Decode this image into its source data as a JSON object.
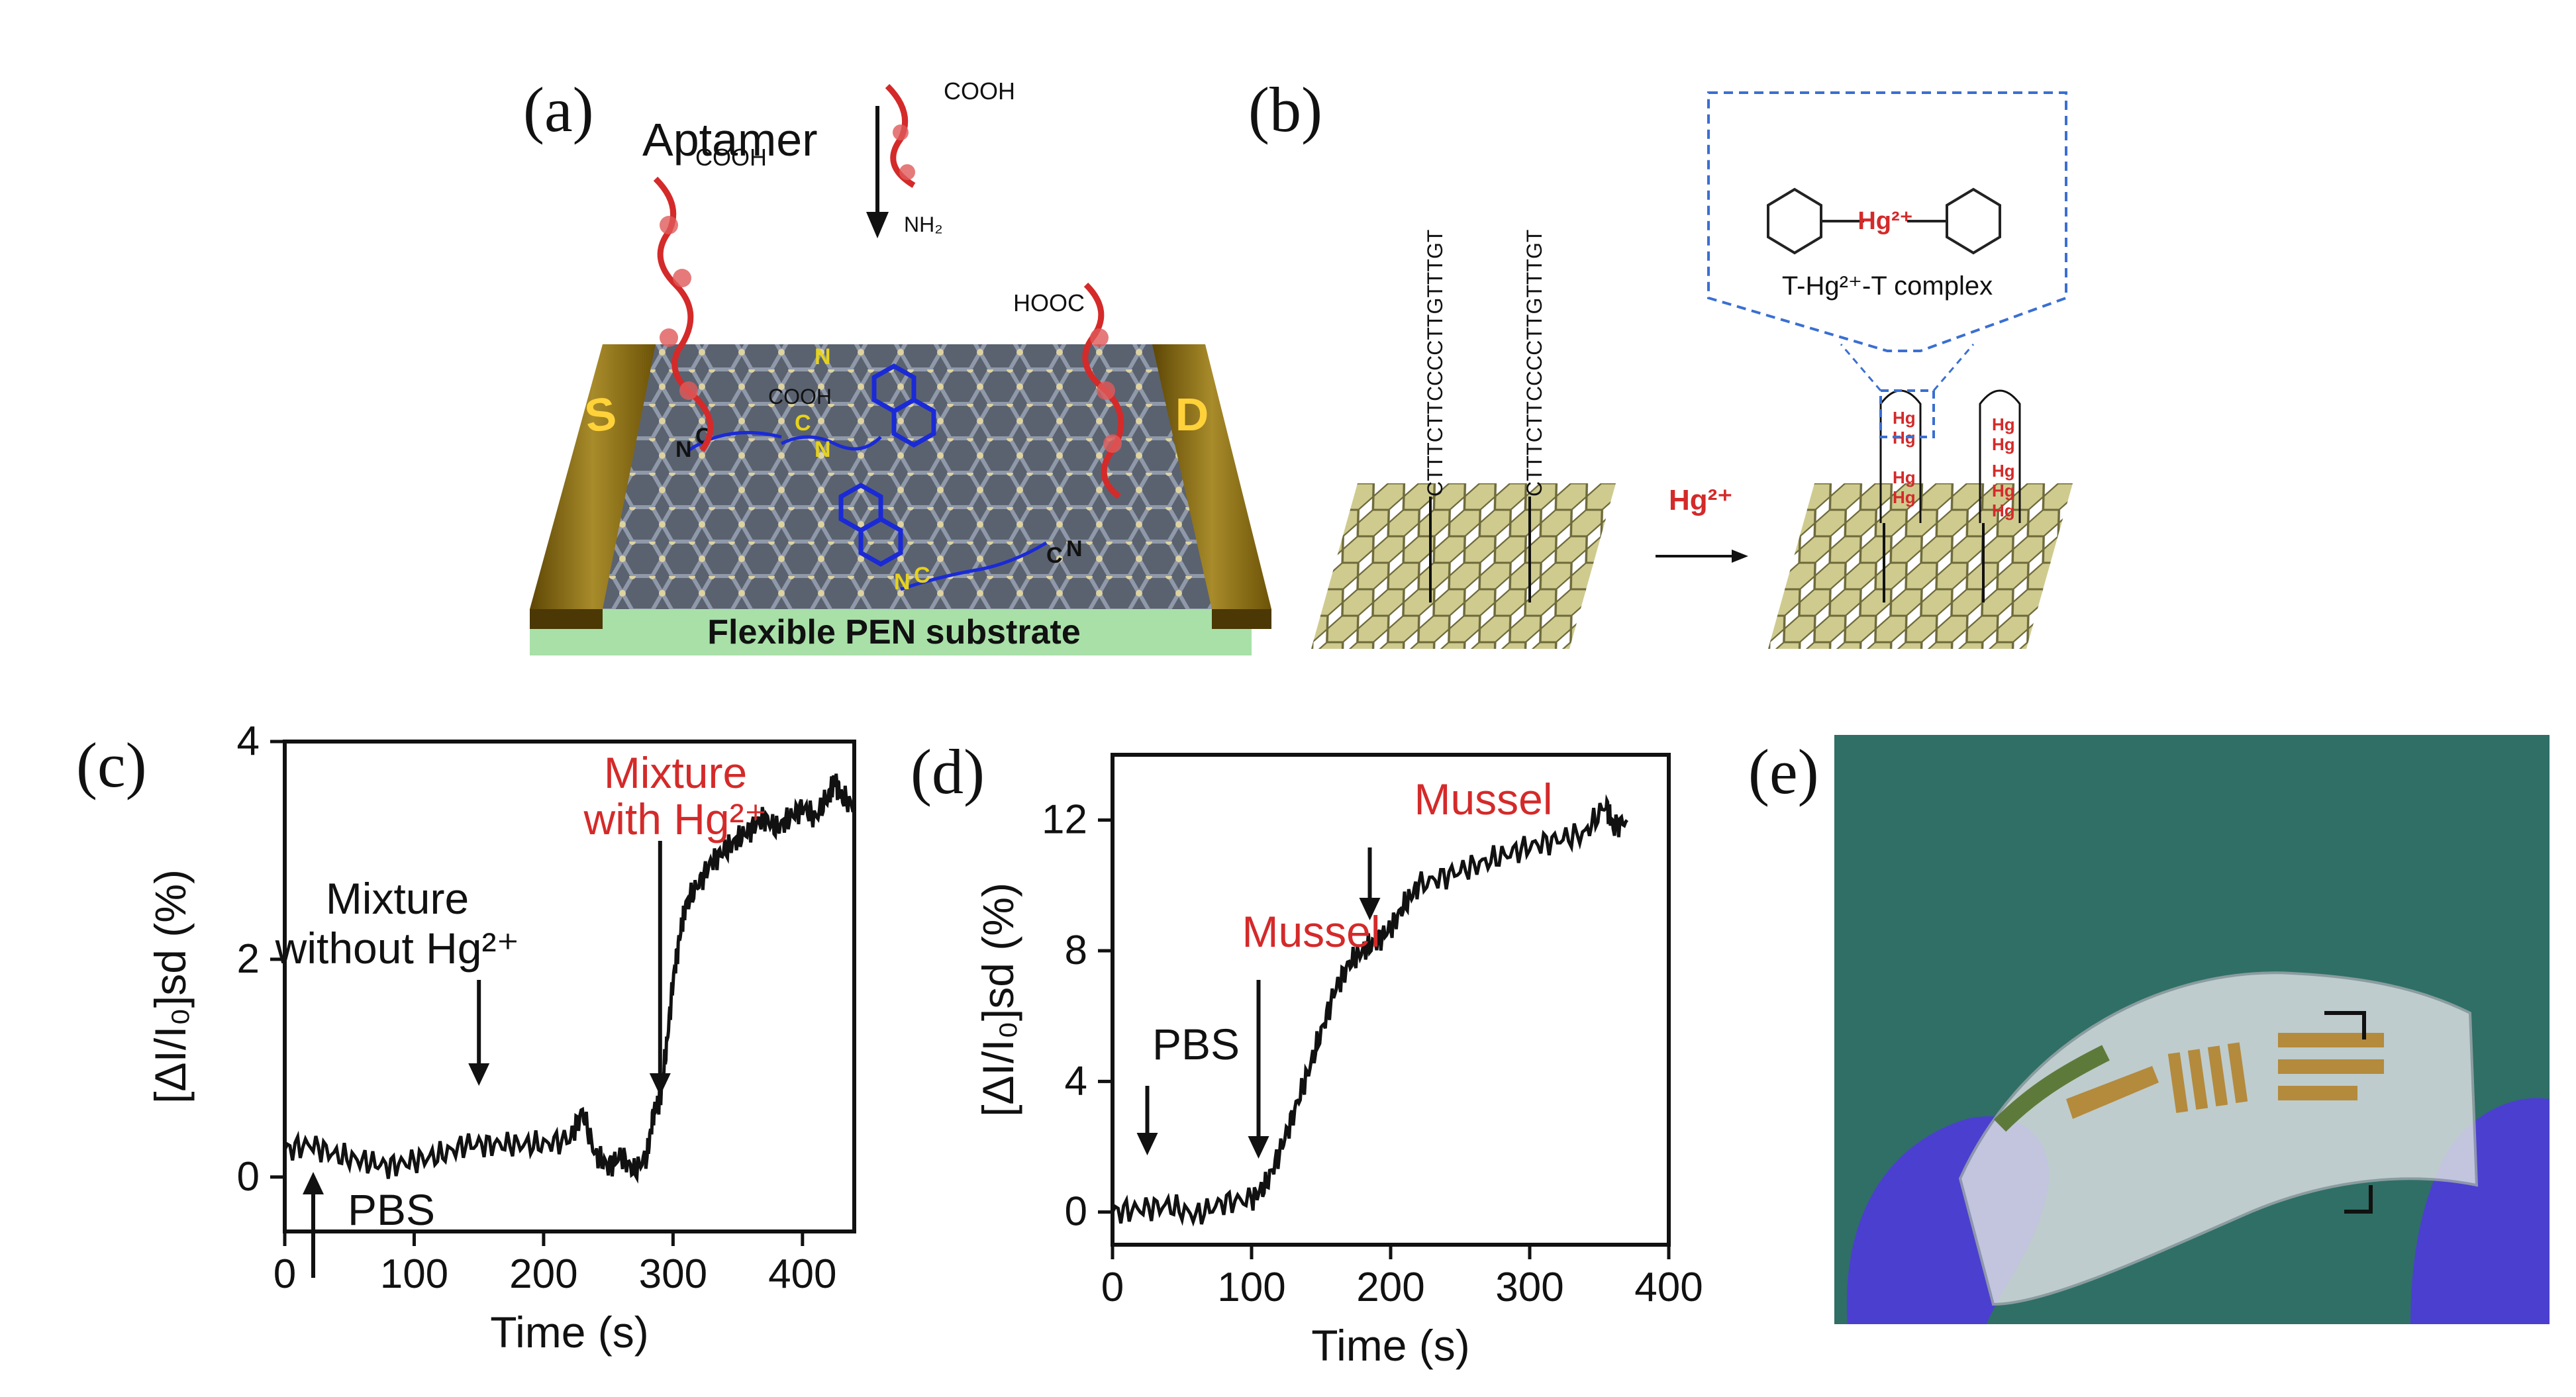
{
  "panels": {
    "a": {
      "label": "(a)",
      "aptamer_label": "Aptamer",
      "cooh": "COOH",
      "nh2": "NH₂",
      "hooc": "HOOC",
      "source_label": "S",
      "drain_label": "D",
      "substrate_label": "Flexible PEN substrate"
    },
    "b": {
      "label": "(b)",
      "complex_label": "T-Hg²⁺-T complex",
      "hg_ion": "Hg²⁺",
      "arrow_label": "Hg²⁺",
      "strand_seq": "CTTTCTTCCCCTTGTTTGT",
      "hg_tag": "Hg"
    },
    "c": {
      "label": "(c)",
      "ann_mixture_with": "Mixture",
      "ann_mixture_with_2": "with Hg²⁺",
      "ann_mixture_without": "Mixture",
      "ann_mixture_without_2": "without Hg²⁺",
      "ann_pbs": "PBS"
    },
    "d": {
      "label": "(d)",
      "ann_mussel_1": "Mussel",
      "ann_mussel_2": "Mussel",
      "ann_pbs": "PBS"
    },
    "e": {
      "label": "(e)"
    }
  },
  "colors": {
    "accent_red": "#d42a2a",
    "gold": "#8a6a10",
    "graphene_green": "#c9c48a",
    "box_blue": "#3a6fd1",
    "ring_blue": "#1a2ad6",
    "glove_blue": "#4b3fd0",
    "background_teal": "#2f6f66"
  },
  "chart_data": [
    {
      "type": "line",
      "panel": "c",
      "xlabel": "Time (s)",
      "ylabel": "[ΔI/I₀]sd (%)",
      "xlim": [
        0,
        440
      ],
      "ylim": [
        -0.5,
        4
      ],
      "xticks": [
        0,
        100,
        200,
        300,
        400
      ],
      "yticks": [
        0,
        2,
        4
      ],
      "x": [
        0,
        20,
        40,
        60,
        80,
        100,
        120,
        140,
        160,
        180,
        200,
        220,
        230,
        240,
        250,
        260,
        270,
        280,
        285,
        290,
        295,
        300,
        305,
        310,
        320,
        330,
        340,
        350,
        360,
        370,
        380,
        390,
        400,
        410,
        420,
        425,
        430,
        440
      ],
      "y": [
        0.25,
        0.3,
        0.2,
        0.15,
        0.1,
        0.15,
        0.2,
        0.3,
        0.3,
        0.3,
        0.3,
        0.35,
        0.6,
        0.2,
        0.1,
        0.2,
        0.05,
        0.2,
        0.6,
        0.7,
        1.2,
        1.8,
        2.2,
        2.5,
        2.7,
        2.9,
        3.0,
        3.1,
        3.2,
        3.3,
        3.2,
        3.3,
        3.4,
        3.3,
        3.5,
        3.65,
        3.5,
        3.4
      ]
    },
    {
      "type": "line",
      "panel": "d",
      "xlabel": "Time (s)",
      "ylabel": "[ΔI/I₀]sd (%)",
      "xlim": [
        0,
        400
      ],
      "ylim": [
        -1,
        14
      ],
      "xticks": [
        0,
        100,
        200,
        300,
        400
      ],
      "yticks": [
        0,
        4,
        8,
        12
      ],
      "x": [
        0,
        20,
        40,
        60,
        80,
        100,
        110,
        120,
        130,
        140,
        150,
        160,
        170,
        180,
        190,
        200,
        210,
        220,
        240,
        260,
        280,
        300,
        320,
        340,
        355,
        360,
        370
      ],
      "y": [
        0,
        0.1,
        0.2,
        -0.1,
        0.3,
        0.4,
        0.8,
        1.8,
        3.0,
        4.2,
        5.5,
        6.8,
        7.6,
        8.0,
        8.3,
        8.7,
        9.4,
        10.0,
        10.3,
        10.6,
        10.9,
        11.2,
        11.4,
        11.6,
        12.5,
        11.8,
        12.0
      ]
    }
  ]
}
